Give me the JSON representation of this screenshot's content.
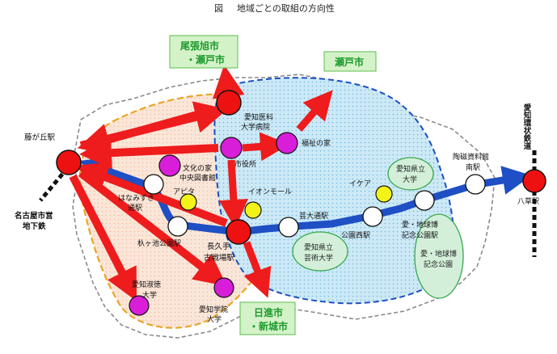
{
  "figure": {
    "caption_prefix": "図",
    "caption": "地域ごとの取組の方向性"
  },
  "cities": {
    "owari_seto_line1": "尾張旭市",
    "owari_seto_line2": "・瀬戸市",
    "seto": "瀬戸市",
    "nisshin_line1": "日進市",
    "nisshin_line2": "・新城市"
  },
  "stations": {
    "fujigaoka": "藤が丘駅",
    "hanamizuki_line1": "はなみずき",
    "hanamizuki_line2": "通駅",
    "irigaike": "杁ヶ池公園駅",
    "nagakute_line1": "長久手",
    "nagakute_line2": "古戦場駅",
    "geidai": "芸大通駅",
    "koenseki": "公園西駅",
    "chikyuhaku_line1": "愛・地球博",
    "chikyuhaku_line2": "記念公園駅",
    "tojishiryokan_line1": "陶磁資料館",
    "tojishiryokan_line2": "南駅",
    "yakusa": "八草駅"
  },
  "places": {
    "aichi_medical_line1": "愛知医科",
    "aichi_medical_line2": "大学病院",
    "fukushi": "福祉の家",
    "city_hall": "市役所",
    "bunka_line1": "文化の家",
    "bunka_line2": "中央図書館",
    "apita": "アピタ",
    "aeon": "イオンモール",
    "ikea": "イケア",
    "shukutoku_line1": "愛知淑徳",
    "shukutoku_line2": "大学",
    "gakuin_line1": "愛知学院",
    "gakuin_line2": "大学"
  },
  "zones": {
    "pref_univ_line1": "愛知県立",
    "pref_univ_line2": "大学",
    "arts_univ_line1": "愛知県立",
    "arts_univ_line2": "芸術大学",
    "expo_park_line1": "愛・地球博",
    "expo_park_line2": "記念公園"
  },
  "lines": {
    "meitetsu_line1": "名古屋市営",
    "meitetsu_line2": "地下鉄",
    "aichi_kanjo": "愛知環状鉄道"
  },
  "colors": {
    "main_line": "#1e4fc4",
    "arrow": "#ee1c1c",
    "hub": "#ee1111",
    "welfare": "#d81ed8",
    "commerce": "#f3f318",
    "west_zone": "#f7dfd0",
    "east_zone": "#bfe6f2",
    "green_zone": "#d3efd9",
    "city_box": "#d4f2c8",
    "city_text": "#1a9a2a"
  }
}
